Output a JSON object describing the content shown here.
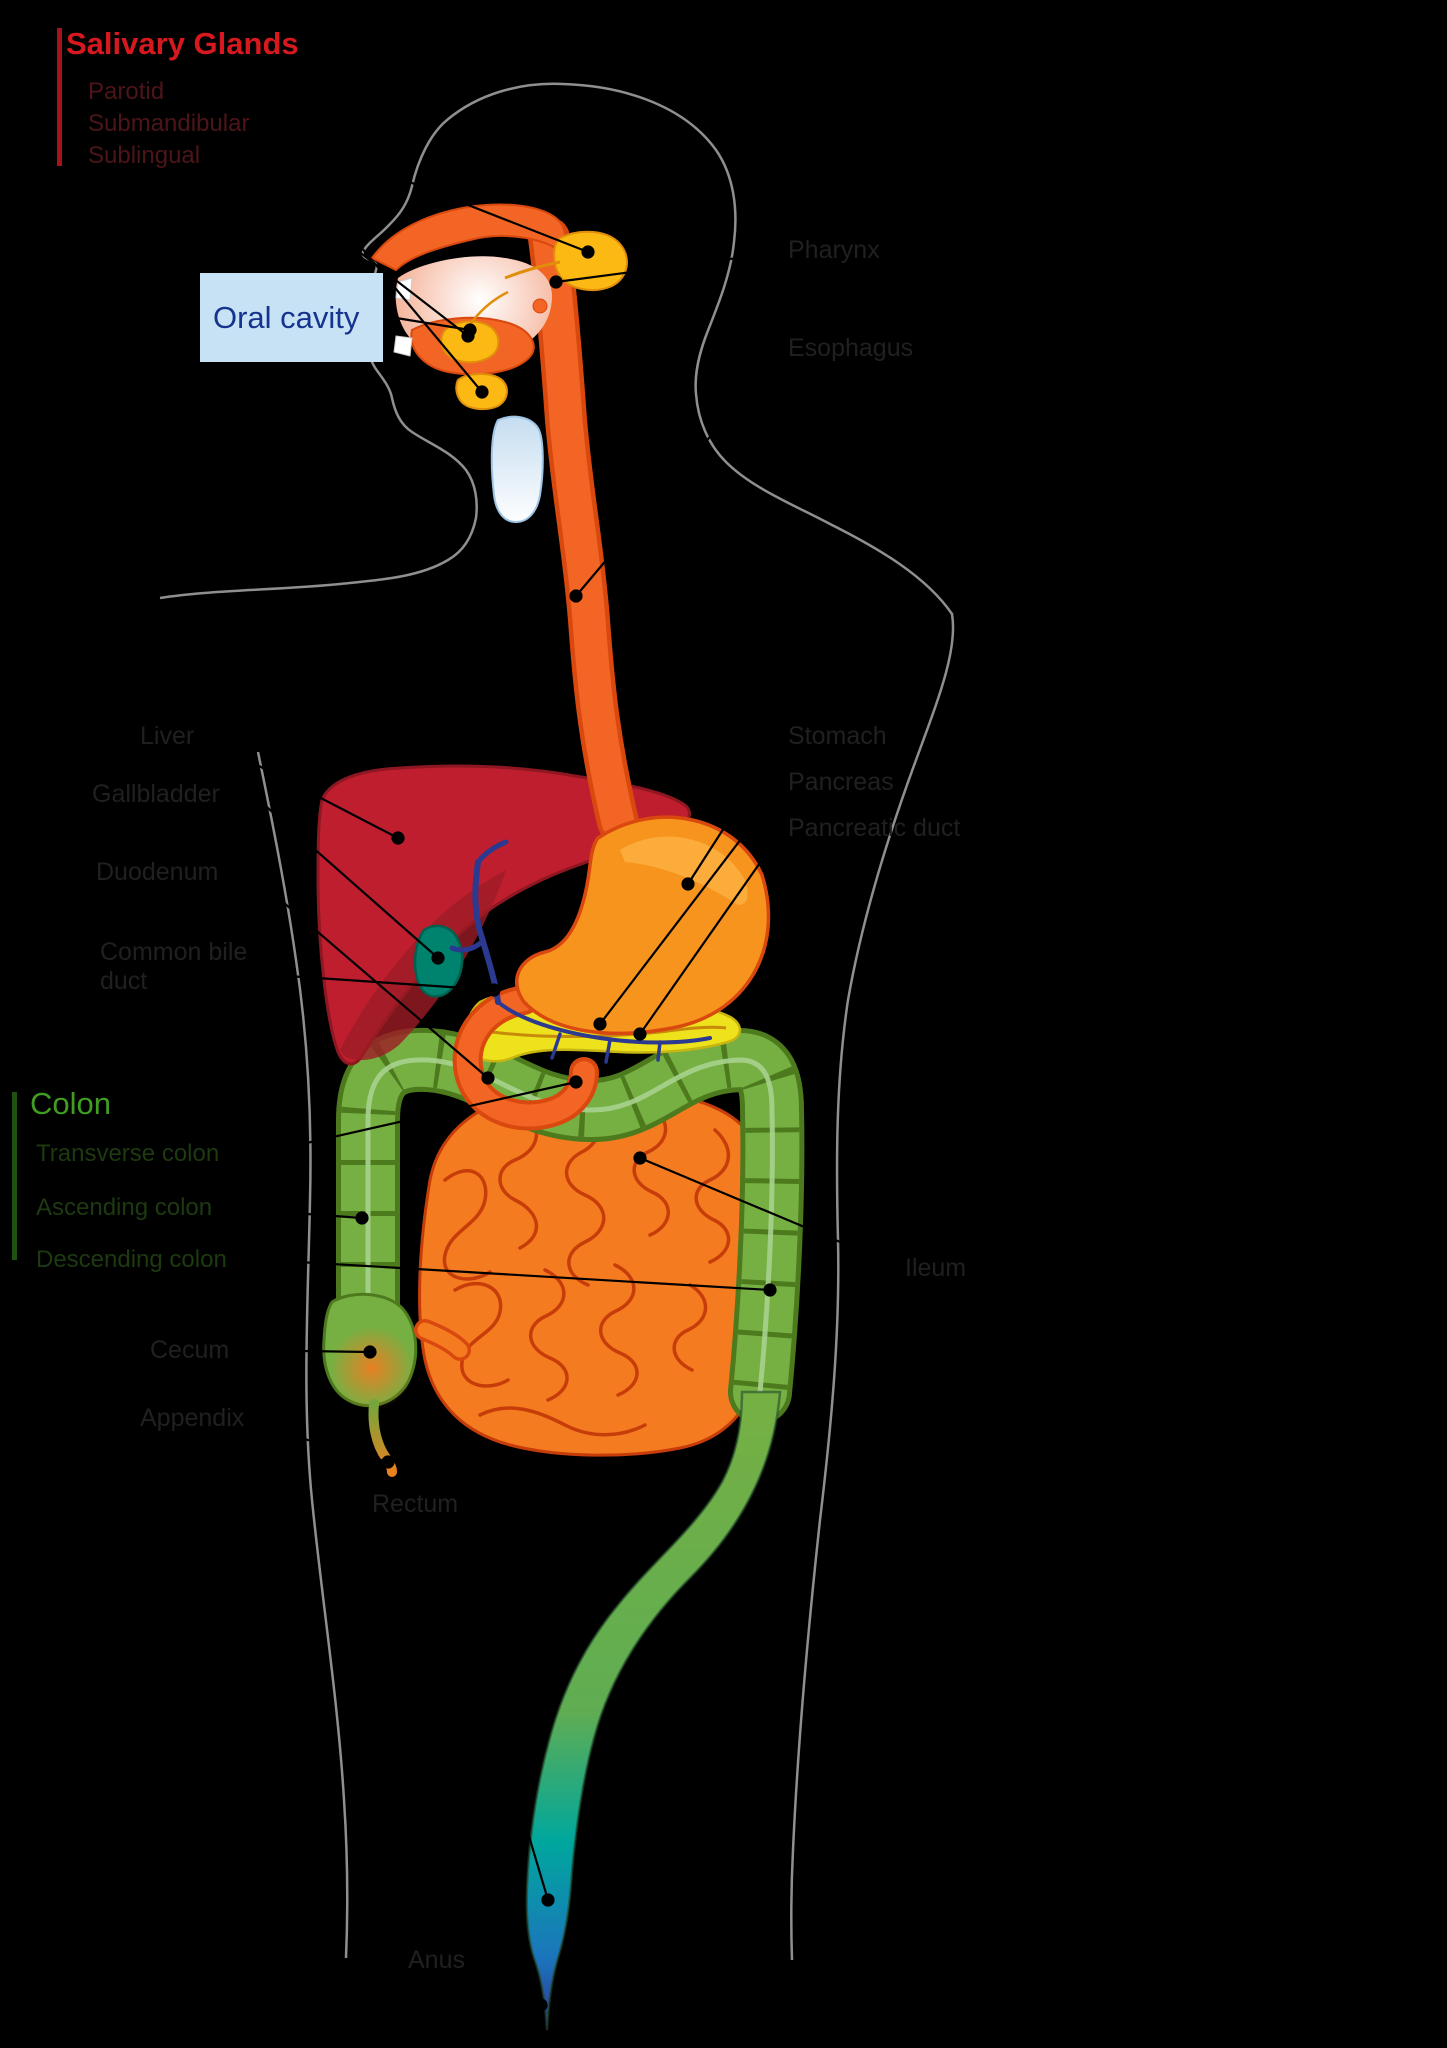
{
  "title": "Human digestive system diagram",
  "labels": {
    "salivary": {
      "header": "Salivary Glands",
      "items": [
        "Parotid",
        "Submandibular",
        "Sublingual"
      ]
    },
    "oral_cavity": "Oral cavity",
    "pharynx": "Pharynx",
    "esophagus": "Esophagus",
    "liver": "Liver",
    "gallbladder": "Gallbladder",
    "duodenum": "Duodenum",
    "common_bile_duct": "Common bile duct",
    "stomach": "Stomach",
    "pancreas": "Pancreas",
    "pancreatic_duct": "Pancreatic duct",
    "colon": {
      "header": "Colon",
      "items": [
        "Transverse colon",
        "Ascending colon",
        "Descending colon"
      ]
    },
    "ileum": "Ileum",
    "cecum": "Cecum",
    "appendix": "Appendix",
    "rectum": "Rectum",
    "anus": "Anus"
  },
  "colors": {
    "background": "#000000",
    "body_outline": "#8F8F8F",
    "salivary_header_red": "#D7191F",
    "colon_header_green": "#3F9E22",
    "oral_cavity_box_blue": "#C7E2F5",
    "oral_cavity_text_blue": "#16338E",
    "esophagus_orange": "#F26524",
    "stomach_orange": "#F7941E",
    "liver_red": "#BE1E2D",
    "gallbladder_teal": "#00836E",
    "bile_duct_blue": "#2B3990",
    "pancreas_yellow": "#EDE21B",
    "salivary_gland_yellow": "#FDB913",
    "small_intestine_orange": "#F47B20",
    "colon_green": "#76B043",
    "rectum_blue": "#2E3192"
  }
}
